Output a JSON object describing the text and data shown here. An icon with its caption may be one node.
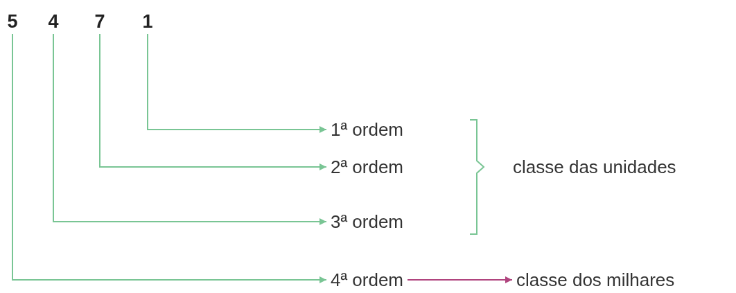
{
  "diagram": {
    "nodes": [
      {
        "text": [
          "5"
        ]
      },
      {
        "text": [
          "4"
        ]
      },
      {
        "text": [
          "7"
        ]
      },
      {
        "text": [
          "1"
        ]
      },
      {
        "text": [
          "1ª ordem"
        ]
      },
      {
        "text": [
          "2ª ordem"
        ]
      },
      {
        "text": [
          "3ª ordem"
        ]
      },
      {
        "text": [
          "4ª ordem"
        ]
      },
      {
        "text": [
          "classe das unidades"
        ]
      },
      {
        "text": [
          "classe dos milhares"
        ]
      }
    ],
    "edges": [
      {
        "from": 3,
        "to": 4,
        "arrow": "to"
      },
      {
        "from": 2,
        "to": 5,
        "arrow": "to"
      },
      {
        "from": 1,
        "to": 6,
        "arrow": "to"
      },
      {
        "from": 0,
        "to": 7,
        "arrow": "to"
      },
      {
        "from": 7,
        "to": 9,
        "arrow": "to",
        "color": "#b0447e"
      }
    ]
  }
}
